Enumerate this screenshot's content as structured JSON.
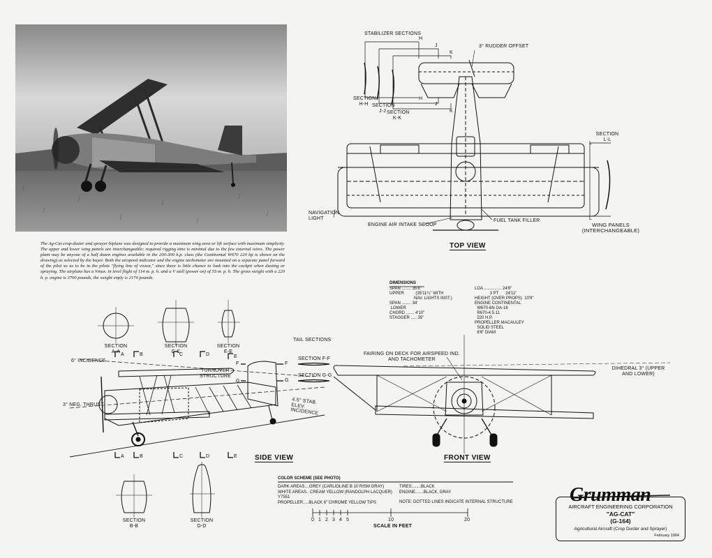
{
  "caption": "The Ag-Cat crop-duster and sprayer biplane was designed to provide a maximum wing area or lift surface with maximum simplicity. The upper and lower wing panels are interchangeable; required rigging time is minimal due to the few external wires. The power plant may be anyone of a half dozen engines available in the 200-300 h.p. class (the Continental W670 220 hp is shown on the drawing) as selected by the buyer. Both the airspeed indicator and the engine tachometer are mounted on a separate panel forward of the pilot so as to be in the pilots \"flying line of vision,\" since there is little chance to look into the cockpit when dusting or spraying. The airplane has a Vmax. in level flight of 114 m. p. h. and a V stall (power on) of 55 m. p. h. The gross weight with a 220 h. p. engine is 3700 pounds, the weight enply is 2170 pounds.",
  "top_view": {
    "title": "TOP VIEW",
    "stabilizer_sections": "STABILIZER SECTIONS",
    "rudder_offset": "3° RUDDER OFFSET",
    "section_hh": "SECTION H-H",
    "section_jj": "SECTION J-J",
    "section_kk": "SECTION K-K",
    "letter_h": "H",
    "letter_j": "J",
    "letter_k": "K",
    "section_ll": "SECTION L-L",
    "letter_l": "L",
    "navigation_light": "NAVIGATION LIGHT",
    "engine_air_intake": "ENGINE AIR INTAKE SCOOP",
    "fuel_tank_filler": "FUEL TANK FILLER",
    "wing_panels": "WING PANELS (INTERCHANGEABLE)"
  },
  "dimensions": {
    "title": "DIMENSIONS",
    "left": [
      "SPAN ........ 35'8\"",
      "UPPER          (35'11¼\" WITH",
      "                     NAV. LIGHTS INST.)",
      "SPAN ........ 34'",
      " LOWER",
      "CHORD ....... 4'10\"",
      "STAGGER ..... 35\""
    ],
    "right": [
      "LOA ............... 24'6\"",
      "             3 PT      24'11\"",
      "HEIGHT (OVER PROPS)  10'9\"",
      "ENGINE CONTINENTAL",
      "  W670-6N GA-16",
      "  R670-4.5.11",
      "  220 H.P.",
      "PROPELLER MACAULEY",
      "  SOLID STEEL",
      "  8'6\" DIAM"
    ]
  },
  "sections": {
    "aa": "SECTION A-A",
    "cc": "SECTION C-C",
    "ee": "SECTION E-E",
    "bb": "SECTION B-B",
    "dd": "SECTION D-D"
  },
  "side_view": {
    "title": "SIDE VIEW",
    "tail_sections": "TAIL SECTIONS",
    "section_ff": "SECTION F-F",
    "section_gg": "SECTION G-G",
    "incidence": "6° INCIDENCE",
    "neg_thrust": "3° NEG. THRUST",
    "turnover": "TURNOVER STRUCTURE",
    "stab_elev": "4.5° STAB. ELEV. INCIDENCE",
    "letter_a": "A",
    "letter_b": "B",
    "letter_c": "C",
    "letter_d": "D",
    "letter_e": "E",
    "letter_f": "F",
    "letter_g": "G"
  },
  "front_view": {
    "title": "FRONT VIEW",
    "fairing": "FAIRING ON DECK FOR AIRSPEED IND. AND TACHOMETER",
    "dihedral": "DIHEDRAL 3° (UPPER AND LOWER)"
  },
  "color_scheme": {
    "title": "COLOR SCHEME (SEE PHOTO)",
    "dark": "DARK AREAS....GREY (CARLIOLINE B 10 RISM GRAY)",
    "white": "WHITE AREAS.. CREAM YELLOW (RANDOLPH LACQUER) Y7551",
    "propeller": "PROPELLER.....BLACK 6\" CHROME YELLOW TIPS",
    "tires": "TIRES........BLACK",
    "engine": "ENGINE.......BLACK, GRAY",
    "note": "NOTE:  DOTTED LINES INDICATE INTERNAL STRUCTURE"
  },
  "scale": {
    "ticks": [
      "0",
      "1",
      "2",
      "3",
      "4",
      "5",
      "10",
      "20"
    ],
    "label": "SCALE IN FEET"
  },
  "title_block": {
    "logo": "Grumman",
    "company": "AIRCRAFT ENGINEERING CORPORATION",
    "model": "\"AG-CAT\"",
    "designation": "(G-164)",
    "type": "Agricultural Aircraft    (Crop Duster and Sprayer)",
    "date": "February 1964"
  }
}
